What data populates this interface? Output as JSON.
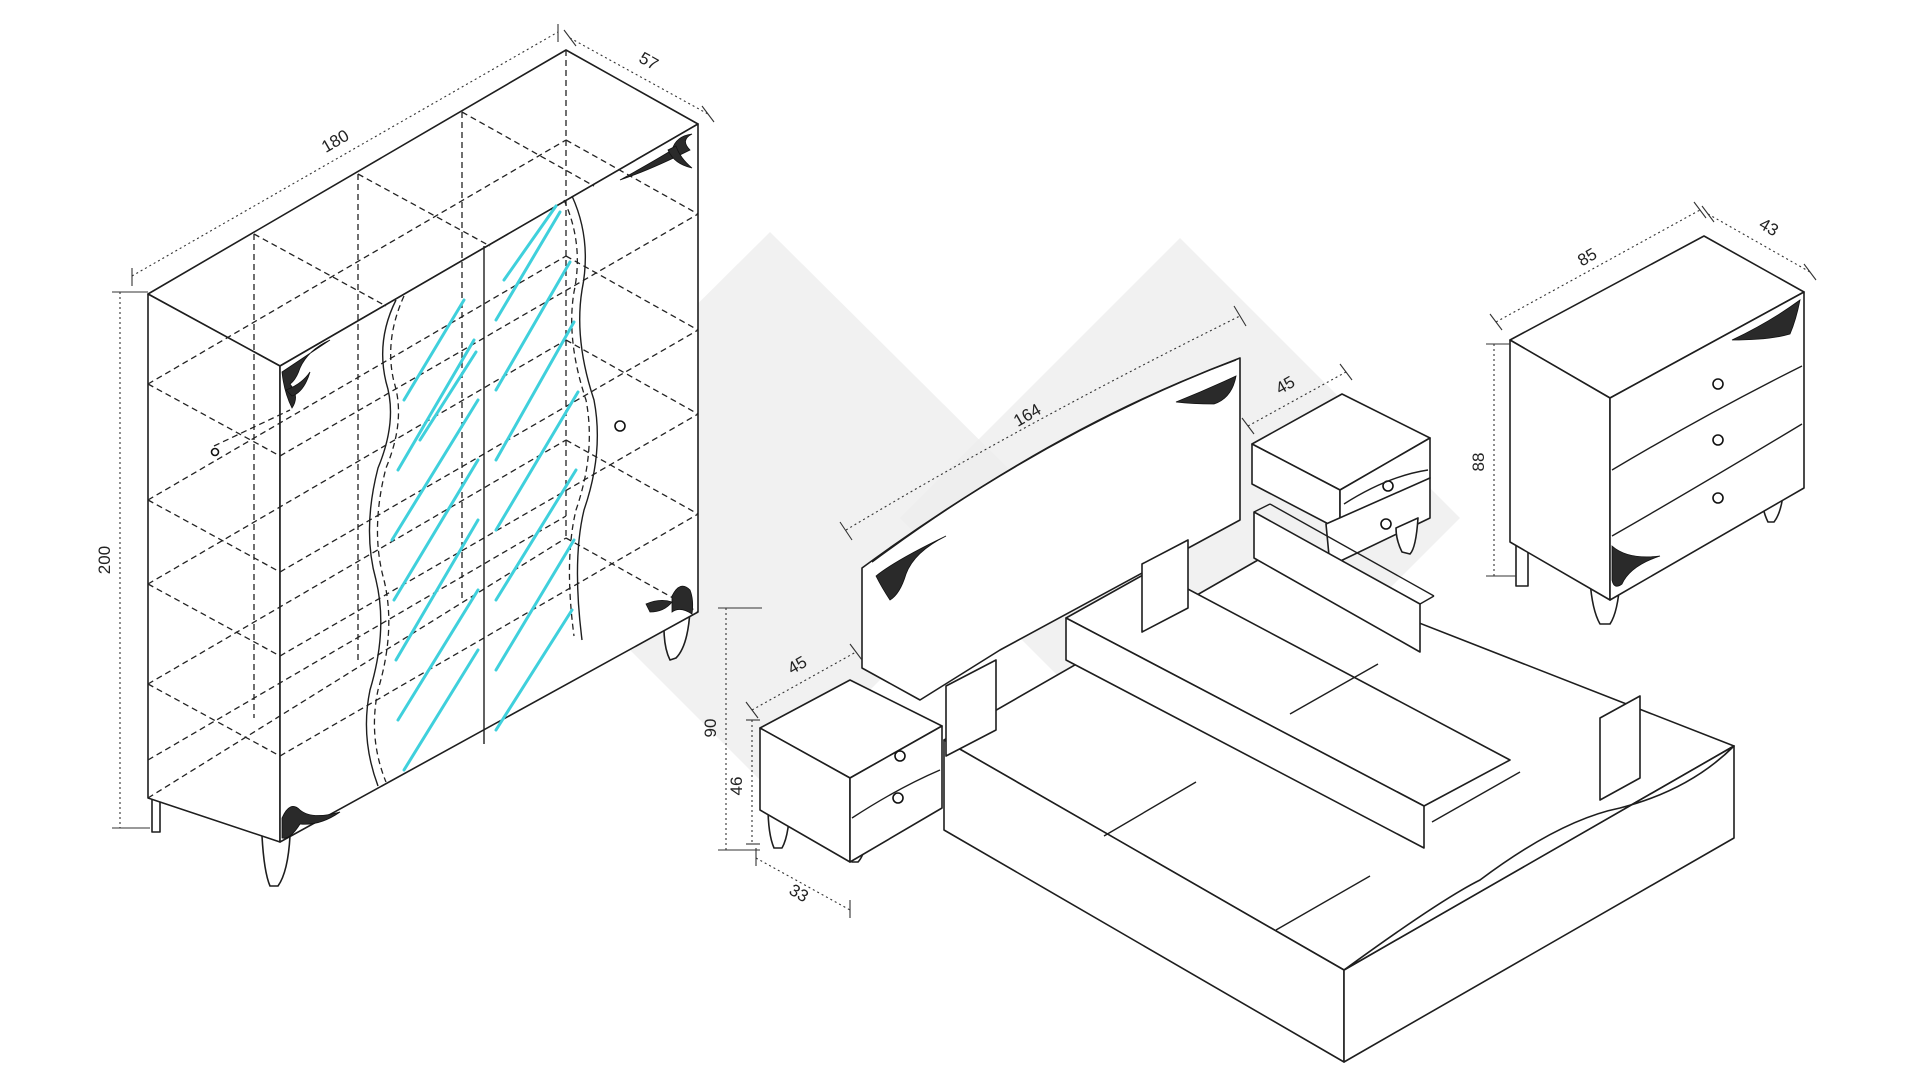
{
  "wardrobe": {
    "width_label": "180",
    "depth_label": "57",
    "height_label": "200"
  },
  "headboard": {
    "width_label": "164"
  },
  "nightstand_back": {
    "width_label": "45"
  },
  "nightstand_front": {
    "width_label": "45",
    "height_label": "90",
    "body_height_label": "46",
    "depth_label": "33"
  },
  "dresser": {
    "width_label": "85",
    "depth_label": "43",
    "height_label": "88"
  },
  "colors": {
    "line": "#1e1e1e",
    "glass": "#3fd0dc",
    "watermark": "#ededed",
    "background": "#ffffff"
  },
  "icons": [
    "ornament-icon",
    "knob-icon"
  ]
}
